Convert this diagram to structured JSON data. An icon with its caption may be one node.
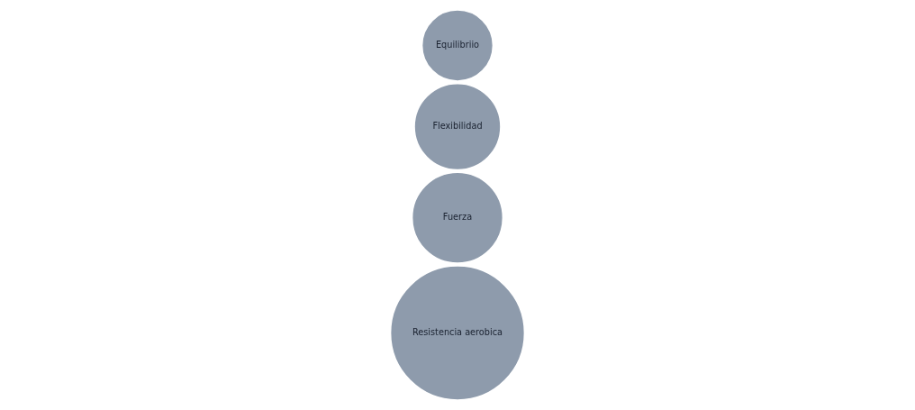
{
  "diagram": {
    "nodes": [
      {
        "text": [
          "Resistencia aerobica"
        ]
      },
      {
        "text": [
          "Fuerza"
        ]
      },
      {
        "text": [
          "Flexibilidad"
        ]
      },
      {
        "text": [
          "Equilibriio"
        ]
      }
    ]
  }
}
